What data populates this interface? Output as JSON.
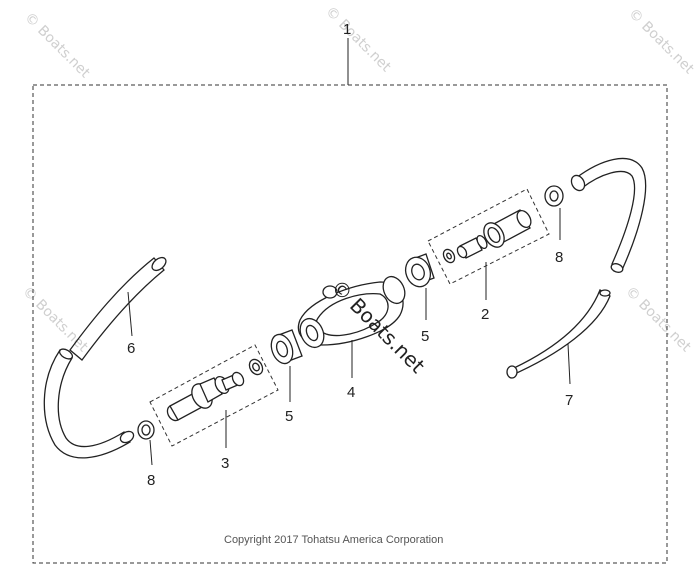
{
  "diagram": {
    "callouts": {
      "c1": "1",
      "c2": "2",
      "c3": "3",
      "c4": "4",
      "c5a": "5",
      "c5b": "5",
      "c6": "6",
      "c7": "7",
      "c8a": "8",
      "c8b": "8"
    },
    "copyright": "Copyright 2017 Tohatsu America Corporation",
    "watermark": {
      "center": "© Boats.net",
      "tile": "© Boats.net"
    }
  }
}
